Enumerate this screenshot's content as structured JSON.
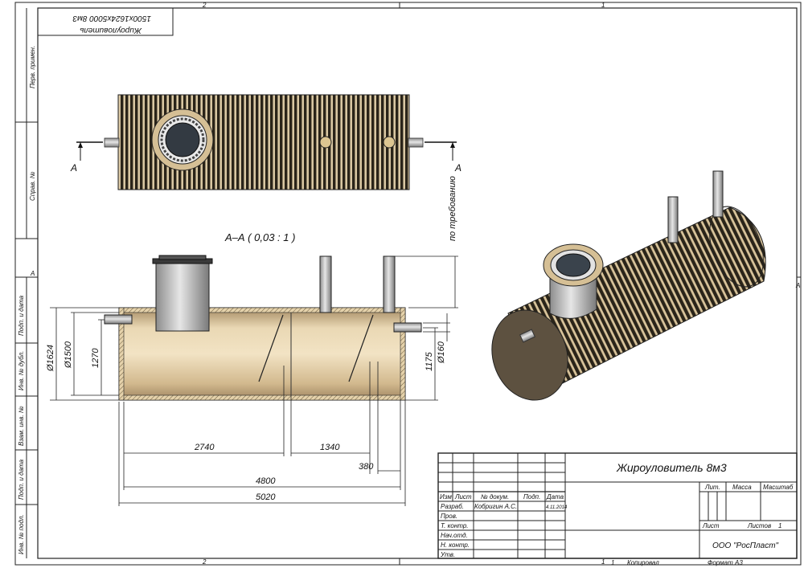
{
  "frame": {
    "zone_top_left": "2",
    "zone_top_right": "1",
    "zone_bottom_left": "2",
    "zone_bottom_right": "1",
    "zone_side_left": "A",
    "zone_side_right": "A",
    "side_labels": [
      "Перв. примен.",
      "Справ. №",
      "Подп. и дата",
      "Инв. № дубл.",
      "Взам. инв. №",
      "Подп. и дата",
      "Инв. № подл."
    ],
    "corner_title": "Жироуловитель",
    "corner_subtitle": "1500x1624x5000 8м3"
  },
  "views": {
    "top_section_mark_left": "А",
    "top_section_mark_right": "А",
    "on_demand_note": "по требованию",
    "section_title": "А–А ( 0,03 : 1 )"
  },
  "dimensions": {
    "d1624": "Ø1624",
    "d1500": "Ø1500",
    "h1270": "1270",
    "d160": "Ø160",
    "h1175": "1175",
    "l2740": "2740",
    "l1340": "1340",
    "l380": "380",
    "l4800": "4800",
    "l5020": "5020"
  },
  "title_block": {
    "name": "Жироуловитель 8м3",
    "col_headers": [
      "Изм",
      "Лист",
      "№ докум.",
      "Подп.",
      "Дата"
    ],
    "row_labels": [
      "Разраб.",
      "Пров.",
      "Т. контр.",
      "Нач.отд.",
      "Н. контр.",
      "Утв."
    ],
    "developer": "Кобригин А.С.",
    "date": "4.11.2014",
    "lit_label": "Лит.",
    "mass_label": "Масса",
    "scale_label": "Масштаб",
    "sheet_label": "Лист",
    "sheets_label": "Листов",
    "sheets_value": "1",
    "company": "ООО \"РосПласт\"",
    "copied_label": "Копировал",
    "format_label": "Формат А3",
    "bottom_num": "1"
  }
}
